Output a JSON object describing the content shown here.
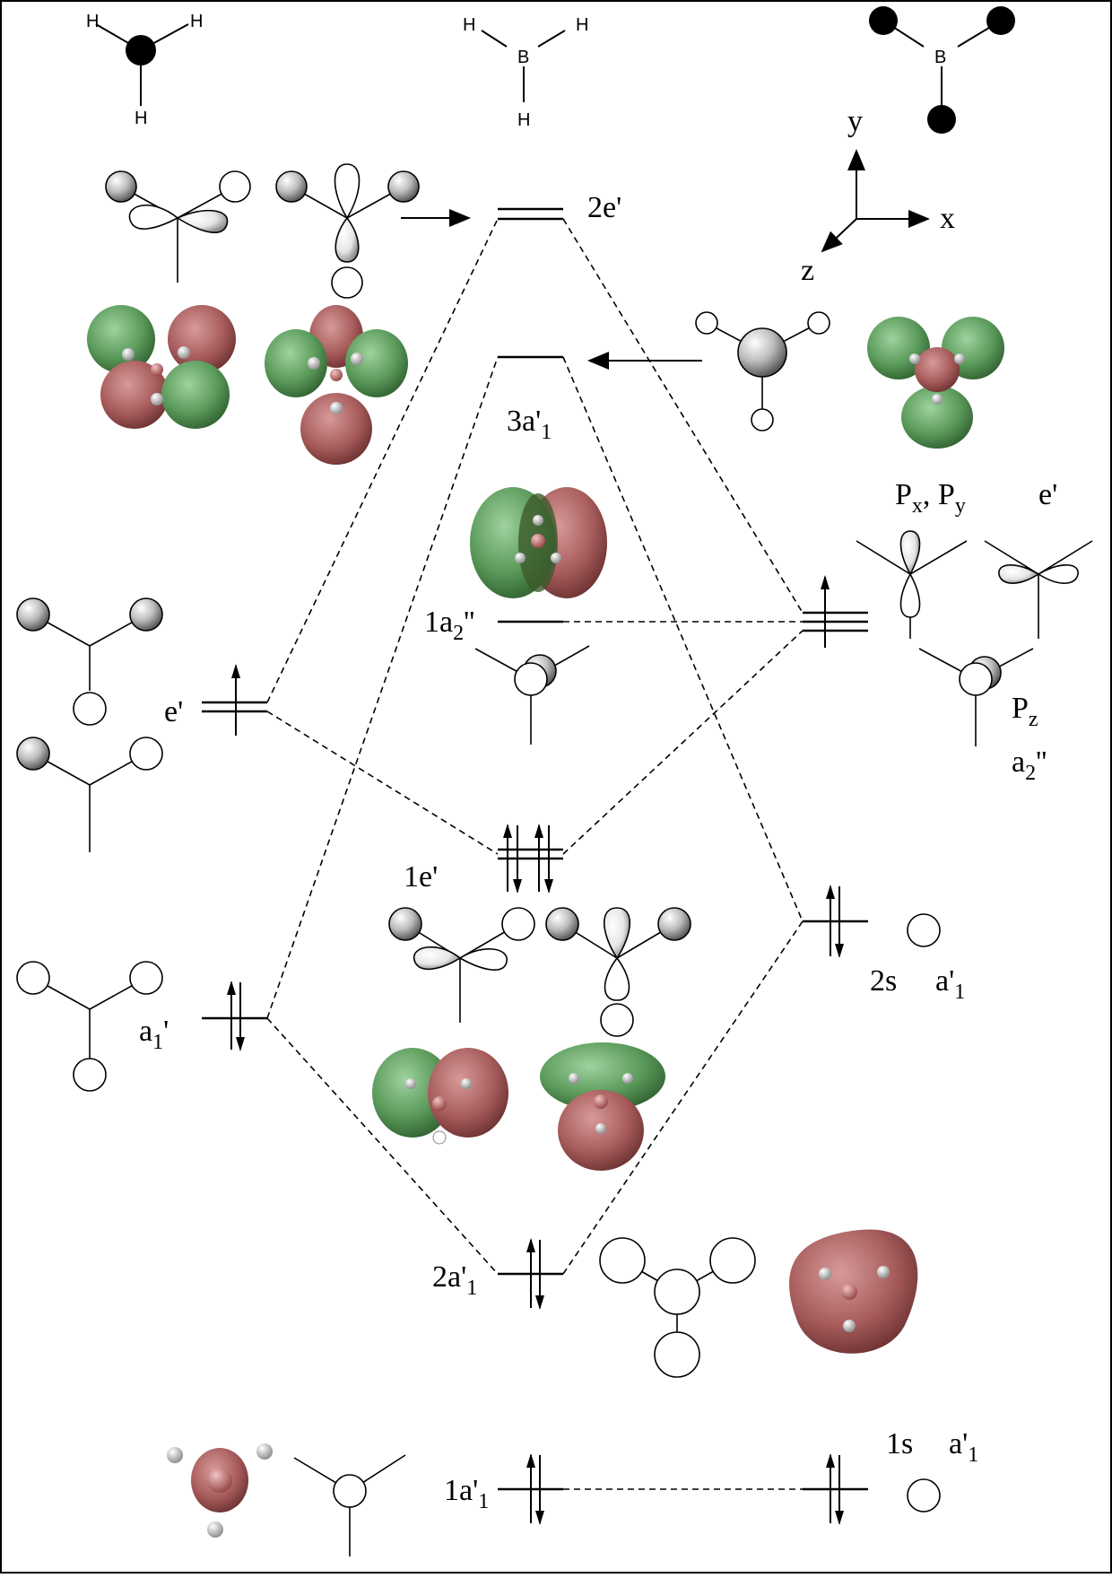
{
  "molecules": {
    "atom_labels": {
      "h": "H",
      "b": "B"
    }
  },
  "axes": {
    "x": "x",
    "y": "y",
    "z": "z"
  },
  "levels": {
    "two_e_prime": {
      "label": "2e'"
    },
    "three_a1": {
      "main": "3a'",
      "sub": "1"
    },
    "one_a2": {
      "main": "1a",
      "sub": "2",
      "tail": "''"
    },
    "e_prime_left": {
      "label": "e'"
    },
    "one_e_prime": {
      "label": "1e'"
    },
    "a1_left": {
      "main": "a",
      "sub": "1",
      "tail": "'"
    },
    "two_a1": {
      "main": "2a'",
      "sub": "1"
    },
    "one_a1": {
      "main": "1a'",
      "sub": "1"
    },
    "p_xy": {
      "p1": "P",
      "s1": "x",
      "sep": ", P",
      "s2": "y",
      "sym": "e'"
    },
    "p_z": {
      "main": "P",
      "sub": "z",
      "sym_main": "a",
      "sym_sub": "2",
      "sym_tail": "''"
    },
    "two_s": {
      "label": "2s",
      "sym_main": "a'",
      "sym_sub": "1"
    },
    "one_s": {
      "label": "1s",
      "sym_main": "a'",
      "sym_sub": "1"
    }
  },
  "colors": {
    "lobe_green": "#5a9a5a",
    "lobe_red": "#a85c5c",
    "line": "#000000"
  }
}
